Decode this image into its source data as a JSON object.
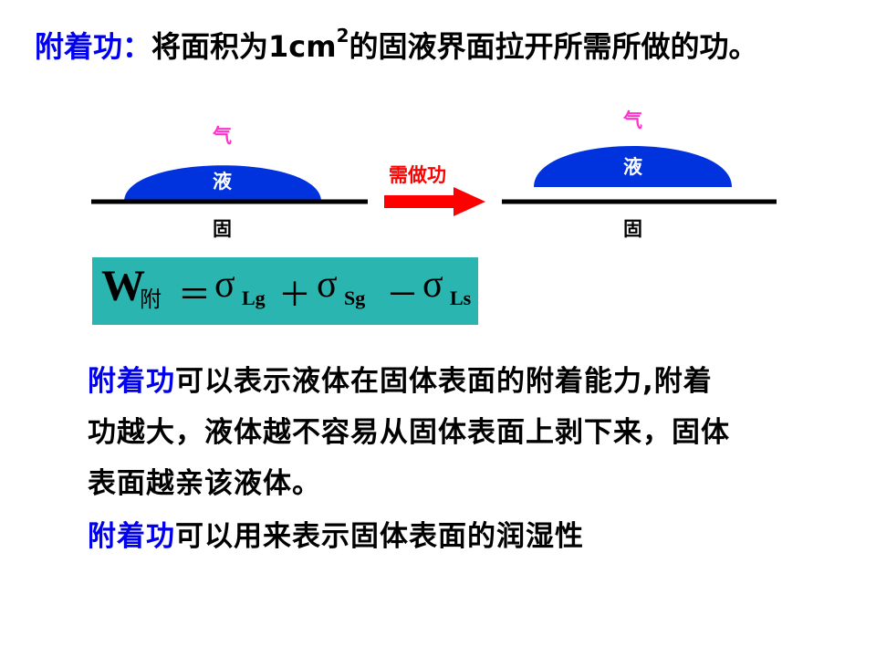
{
  "title": {
    "term": "附着功：",
    "text_before": "将面积为1cm",
    "sup": "2",
    "text_after": "的固液界面拉开所需所做的功。"
  },
  "diagram": {
    "left": {
      "gas": "气",
      "liquid": "液",
      "solid": "固"
    },
    "arrow_label": "需做功",
    "right": {
      "gas": "气",
      "liquid": "液",
      "solid": "固"
    },
    "colors": {
      "liquid": "#0033dd",
      "arrow": "#ff0000",
      "gas_label": "#ff33cc"
    }
  },
  "formula": {
    "W": "W",
    "W_sub": "附",
    "eq": "＝",
    "plus": "＋",
    "minus": "－",
    "sigma": "σ",
    "s1": "Lg",
    "s2": "Sg",
    "s3": "Ls",
    "bg": "#2bb5b0"
  },
  "paragraph1": {
    "term": "附着功",
    "line1_rest": "可以表示液体在固体表面的附着能力,附着",
    "line2": "功越大，液体越不容易从固体表面上剥下来，固体",
    "line3": "表面越亲该液体。"
  },
  "paragraph2": {
    "term": "附着功",
    "rest": "可以用来表示固体表面的润湿性"
  }
}
